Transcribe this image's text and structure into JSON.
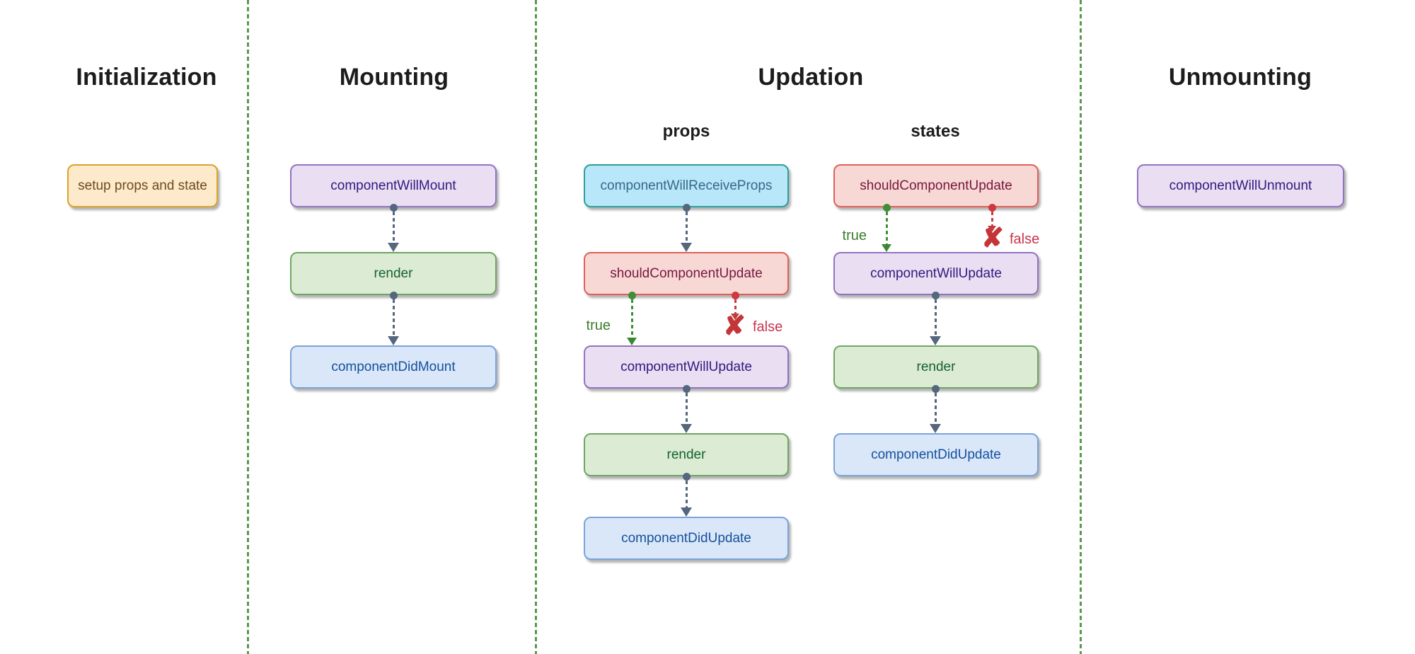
{
  "diagram": {
    "sections": {
      "initialization": {
        "title": "Initialization",
        "nodes": [
          {
            "label": "setup props and state",
            "variant": "orange"
          }
        ]
      },
      "mounting": {
        "title": "Mounting",
        "nodes": [
          {
            "label": "componentWillMount",
            "variant": "purple"
          },
          {
            "label": "render",
            "variant": "green"
          },
          {
            "label": "componentDidMount",
            "variant": "blue"
          }
        ]
      },
      "updation": {
        "title": "Updation",
        "props": {
          "label": "props",
          "nodes": [
            {
              "label": "componentWillReceiveProps",
              "variant": "cyan"
            },
            {
              "label": "shouldComponentUpdate",
              "variant": "red"
            },
            {
              "label": "componentWillUpdate",
              "variant": "purple"
            },
            {
              "label": "render",
              "variant": "green"
            },
            {
              "label": "componentDidUpdate",
              "variant": "blue"
            }
          ],
          "branch": {
            "true": "true",
            "false": "false"
          }
        },
        "states": {
          "label": "states",
          "nodes": [
            {
              "label": "shouldComponentUpdate",
              "variant": "red"
            },
            {
              "label": "componentWillUpdate",
              "variant": "purple"
            },
            {
              "label": "render",
              "variant": "green"
            },
            {
              "label": "componentDidUpdate",
              "variant": "blue"
            }
          ],
          "branch": {
            "true": "true",
            "false": "false"
          }
        }
      },
      "unmounting": {
        "title": "Unmounting",
        "nodes": [
          {
            "label": "componentWillUnmount",
            "variant": "purple"
          }
        ]
      }
    },
    "icons": {
      "false_x": "✘"
    },
    "colors": {
      "background": "#ffffff",
      "divider": "#569a4a",
      "connector": "#54677d",
      "branch_true": "#3f8e38",
      "branch_false": "#cb3a3f",
      "title_text": "#1c1c1c",
      "node_orange_bg": "#fdeacb",
      "node_orange_border": "#dba32a",
      "node_orange_text": "#6e4a1f",
      "node_purple_bg": "#e9def2",
      "node_purple_border": "#9273c2",
      "node_purple_text": "#2e1a80",
      "node_green_bg": "#dcebd4",
      "node_green_border": "#6fa660",
      "node_green_text": "#166330",
      "node_blue_bg": "#d9e7f9",
      "node_blue_border": "#7ca3d9",
      "node_blue_text": "#17509c",
      "node_cyan_bg": "#b7e7f8",
      "node_cyan_border": "#2aa098",
      "node_cyan_text": "#35688c",
      "node_red_bg": "#f8d8d5",
      "node_red_border": "#e06058",
      "node_red_text": "#76173f"
    }
  }
}
